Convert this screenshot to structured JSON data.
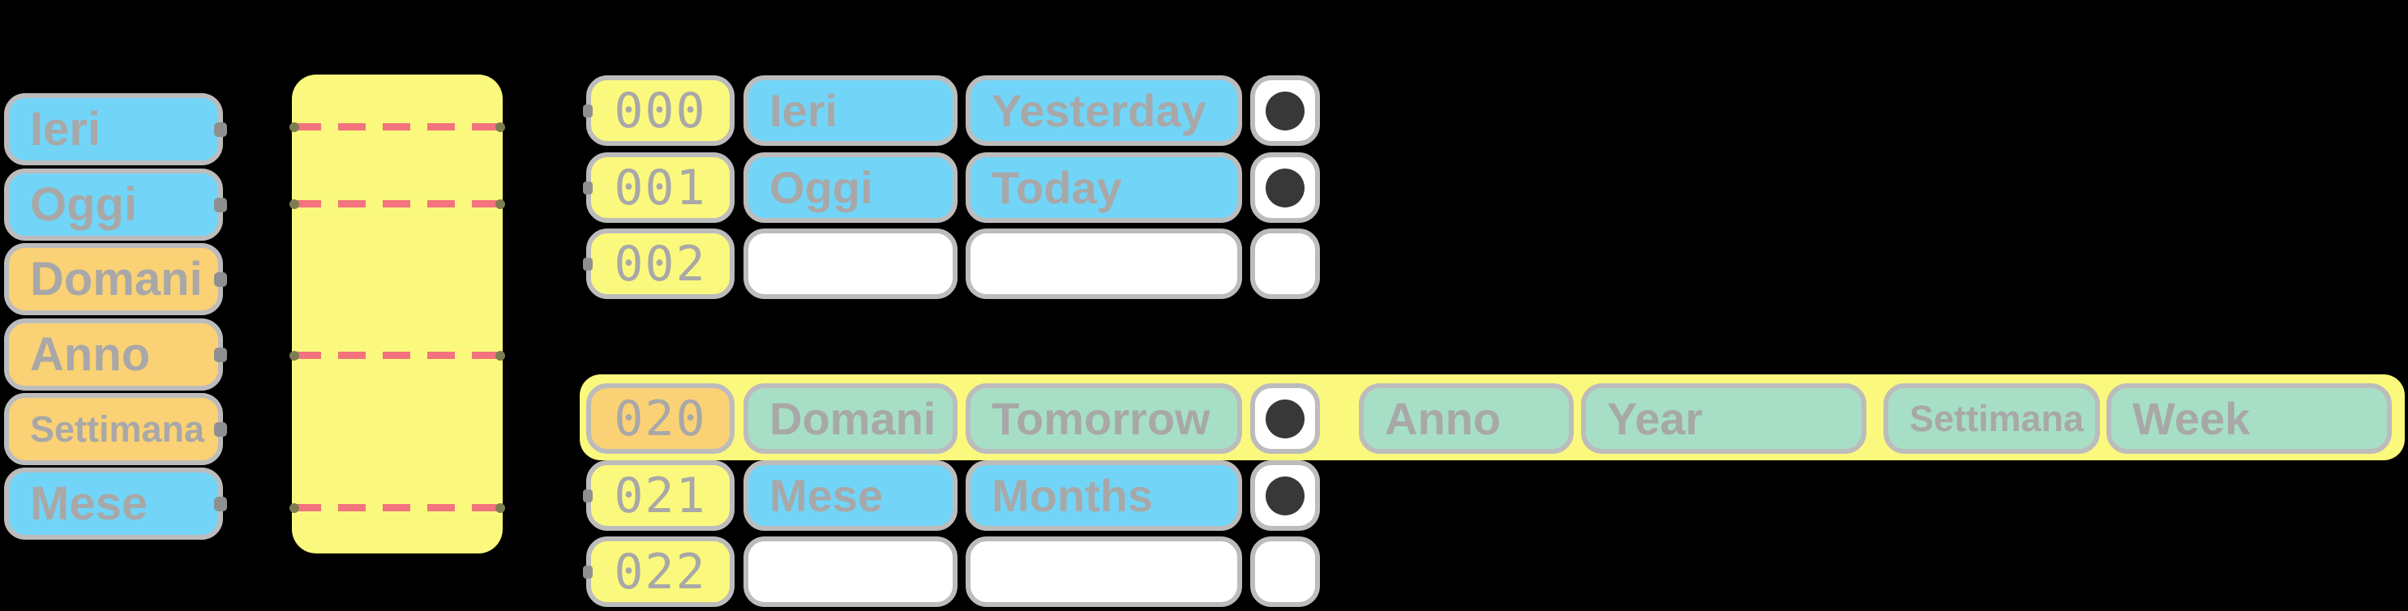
{
  "colors": {
    "background": "#000000",
    "card_blue": "#72d5f8",
    "card_yellow": "#fbf97d",
    "card_orange": "#fbd175",
    "card_teal": "#a7dfc6",
    "card_white": "#ffffff",
    "border_gray": "#bcbcbc",
    "text_gray": "#a8a8a8",
    "dash_pink": "#f3737e",
    "dot_black": "#383838"
  },
  "left_column": {
    "cards": [
      {
        "label": "Ieri",
        "color": "blue"
      },
      {
        "label": "Oggi",
        "color": "blue"
      },
      {
        "label": "Domani",
        "color": "orange"
      },
      {
        "label": "Anno",
        "color": "orange"
      },
      {
        "label": "Settimana",
        "color": "orange"
      },
      {
        "label": "Mese",
        "color": "blue"
      }
    ]
  },
  "connector_panel": {
    "dash_line_count": 4,
    "dash_color": "#f3737e"
  },
  "table_top": {
    "rows": [
      {
        "id": "000",
        "term": "Ieri",
        "translation": "Yesterday",
        "has_dot": true,
        "id_color": "yellow",
        "word_color": "blue"
      },
      {
        "id": "001",
        "term": "Oggi",
        "translation": "Today",
        "has_dot": true,
        "id_color": "yellow",
        "word_color": "blue"
      },
      {
        "id": "002",
        "term": "",
        "translation": "",
        "has_dot": false,
        "id_color": "yellow",
        "word_color": "white"
      }
    ]
  },
  "table_bottom": {
    "rows": [
      {
        "id": "020",
        "term": "Domani",
        "translation": "Tomorrow",
        "has_dot": true,
        "id_color": "orange",
        "word_color": "teal"
      },
      {
        "id": "021",
        "term": "Mese",
        "translation": "Months",
        "has_dot": true,
        "id_color": "yellow",
        "word_color": "blue"
      },
      {
        "id": "022",
        "term": "",
        "translation": "",
        "has_dot": false,
        "id_color": "yellow",
        "word_color": "white"
      }
    ],
    "band_cards": [
      {
        "label": "Anno"
      },
      {
        "label": "Year"
      },
      {
        "label": "Settimana"
      },
      {
        "label": "Week"
      }
    ]
  }
}
